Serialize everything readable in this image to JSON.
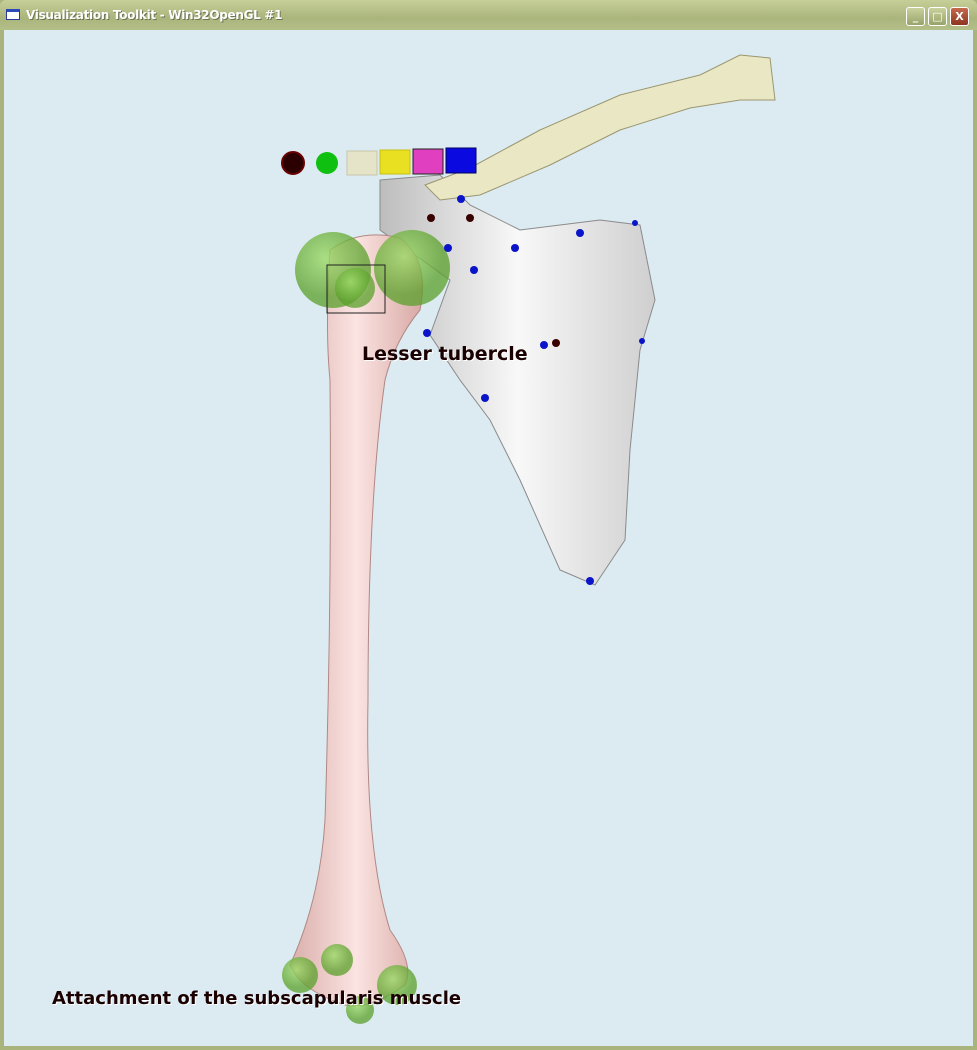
{
  "window": {
    "title": "Visualization Toolkit - Win32OpenGL #1"
  },
  "controls": {
    "minimize": "_",
    "maximize": "□",
    "close": "X"
  },
  "labels": {
    "landmark": "Lesser tubercle",
    "caption": "Attachment of the subscapularis muscle"
  },
  "colors": {
    "background": "#dcebf2",
    "humerus": "#f4d4d0",
    "scapula": "#f2f2f2",
    "clavicle": "#eae8c4",
    "landmark_points": "#0a14c8",
    "highlight_spheres": "#7fc24a"
  },
  "legend_swatches": [
    {
      "name": "dark-red-sphere",
      "color": "#3a0000"
    },
    {
      "name": "green-sphere",
      "color": "#10c010"
    },
    {
      "name": "beige-cube",
      "color": "#e6e4c8"
    },
    {
      "name": "yellow-cube",
      "color": "#e8e020"
    },
    {
      "name": "magenta-cube",
      "color": "#e040c0"
    },
    {
      "name": "blue-cube",
      "color": "#0a0ae0"
    }
  ]
}
